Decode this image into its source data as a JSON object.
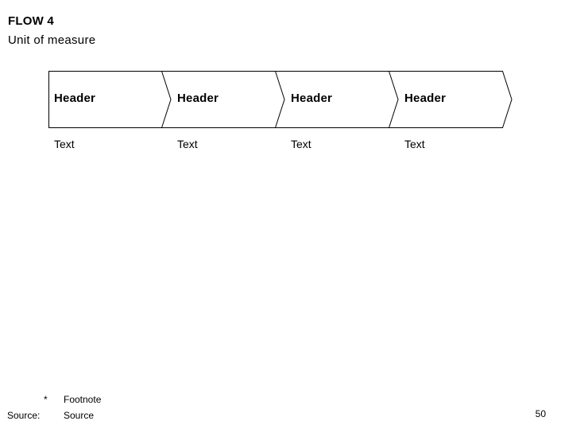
{
  "slide": {
    "title": "FLOW 4",
    "subtitle": "Unit of measure",
    "flow": {
      "steps": [
        {
          "header": "Header",
          "text": "Text"
        },
        {
          "header": "Header",
          "text": "Text"
        },
        {
          "header": "Header",
          "text": "Text"
        },
        {
          "header": "Header",
          "text": "Text"
        }
      ]
    },
    "footer": {
      "footnote_marker": "*",
      "footnote_text": "Footnote",
      "source_label": "Source:",
      "source_text": "Source",
      "page_number": "50"
    },
    "colors": {
      "background": "#ffffff",
      "text": "#000000",
      "shape_outline": "#000000",
      "shape_fill": "#ffffff"
    }
  }
}
